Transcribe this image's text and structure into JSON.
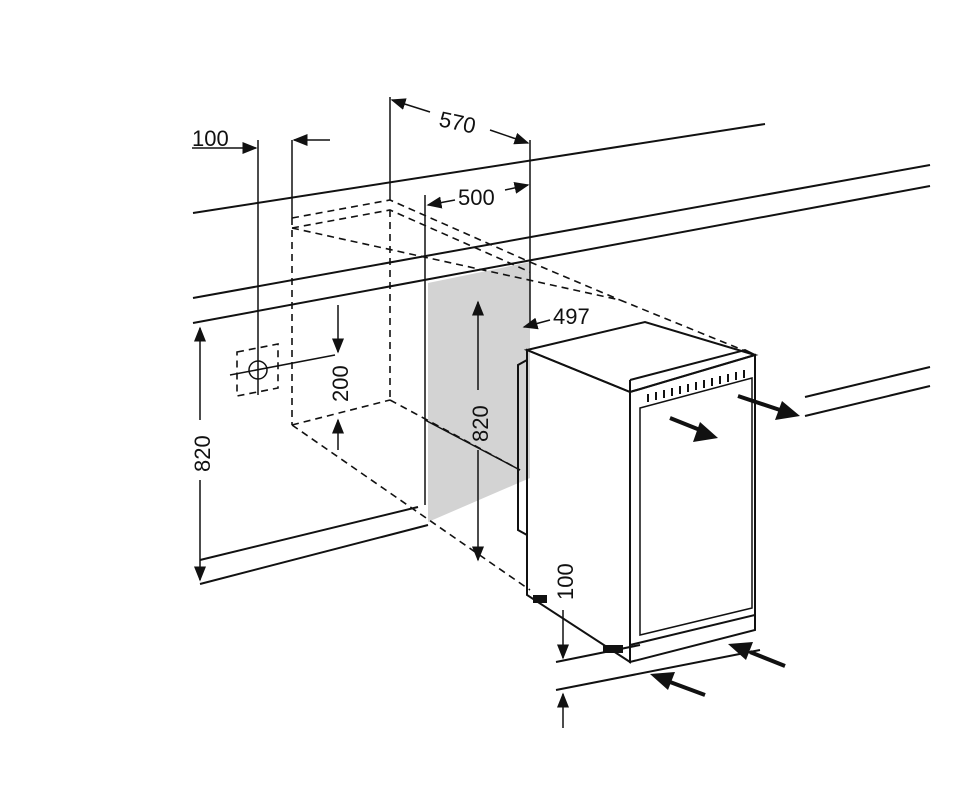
{
  "diagram": {
    "dimensions": {
      "socket_offset": "100",
      "niche_depth_total": "570",
      "niche_depth_min": "500",
      "appliance_depth": "497",
      "socket_height": "200",
      "niche_height": "820",
      "appliance_height": "820",
      "plinth_height": "100"
    },
    "colors": {
      "line": "#111111",
      "panel": "#d3d3d3"
    }
  }
}
